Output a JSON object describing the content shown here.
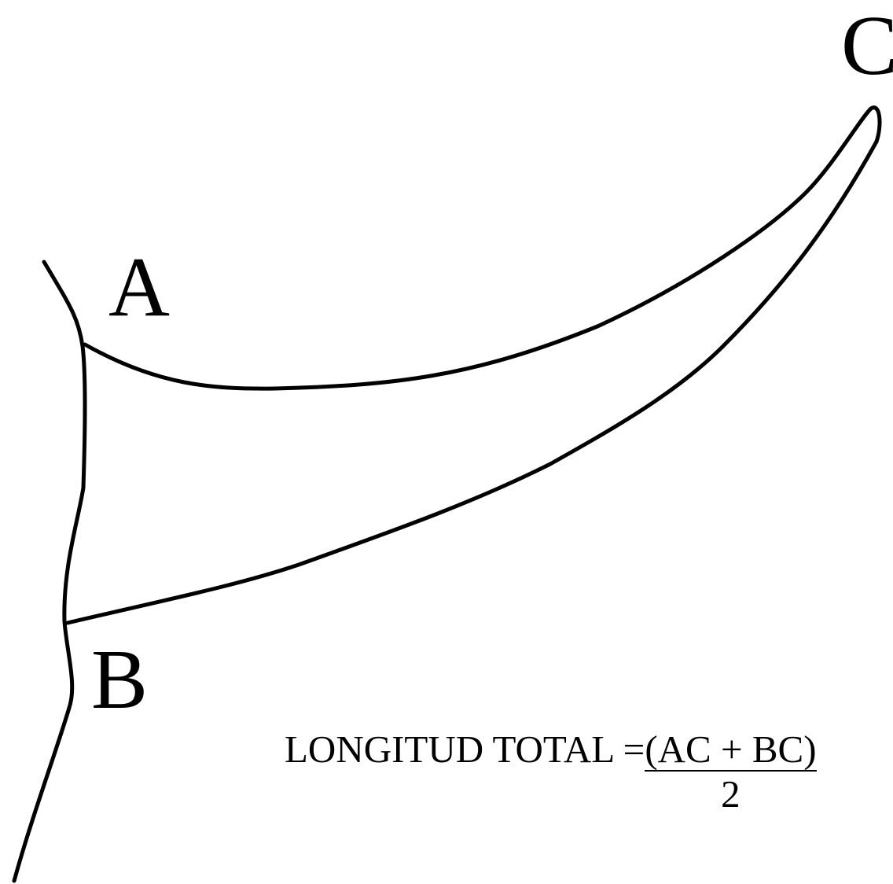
{
  "labels": {
    "a": "A",
    "b": "B",
    "c": "C"
  },
  "formula": {
    "lhs": "LONGITUD TOTAL = ",
    "numerator": "(AC + BC)",
    "denominator": "2"
  }
}
